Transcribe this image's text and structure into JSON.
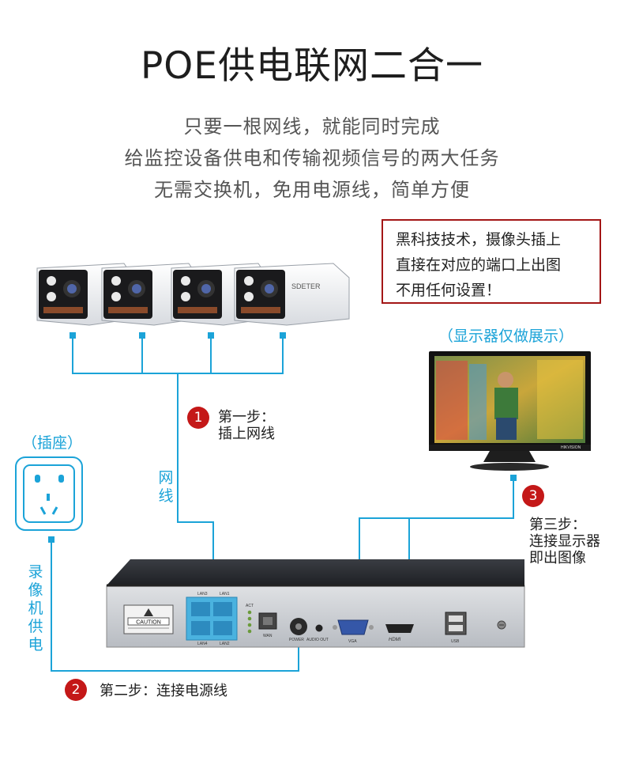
{
  "header": {
    "title": "POE供电联网二合一",
    "lines": [
      "只要一根网线，就能同时完成",
      "给监控设备供电和传输视频信号的两大任务",
      "无需交换机，免用电源线，简单方便"
    ]
  },
  "callout": {
    "lines": [
      "黑科技技术，摄像头插上",
      "直接在对应的端口上出图",
      "不用任何设置！"
    ]
  },
  "labels": {
    "monitor_note": "（显示器仅做展示）",
    "socket": "（插座）",
    "cable_chars": [
      "网",
      "线"
    ],
    "nvr_power_chars": [
      "录",
      "像",
      "机",
      "供",
      "电"
    ]
  },
  "steps": [
    {
      "num": "1",
      "line1": "第一步：",
      "line2": "插上网线"
    },
    {
      "num": "2",
      "text": "第二步：连接电源线"
    },
    {
      "num": "3",
      "line1": "第三步：",
      "line2": "连接显示器",
      "line3": "即出图像"
    }
  ],
  "camera": {
    "brand": "SDETER"
  },
  "monitor": {
    "brand": "HIKVISION"
  },
  "nvr": {
    "caution": "CAUTION",
    "ports": {
      "lan3": "LAN3",
      "lan1": "LAN1",
      "lan4": "LAN4",
      "lan2": "LAN2",
      "act": "ACT",
      "wan": "WAN",
      "power": "POWER",
      "audio": "AUDIO OUT",
      "vga": "VGA",
      "hdmi": "HDMI",
      "usb": "USB"
    }
  },
  "colors": {
    "accent_blue": "#1ba3d8",
    "step_red": "#c41818",
    "callout_border": "#a31616"
  }
}
